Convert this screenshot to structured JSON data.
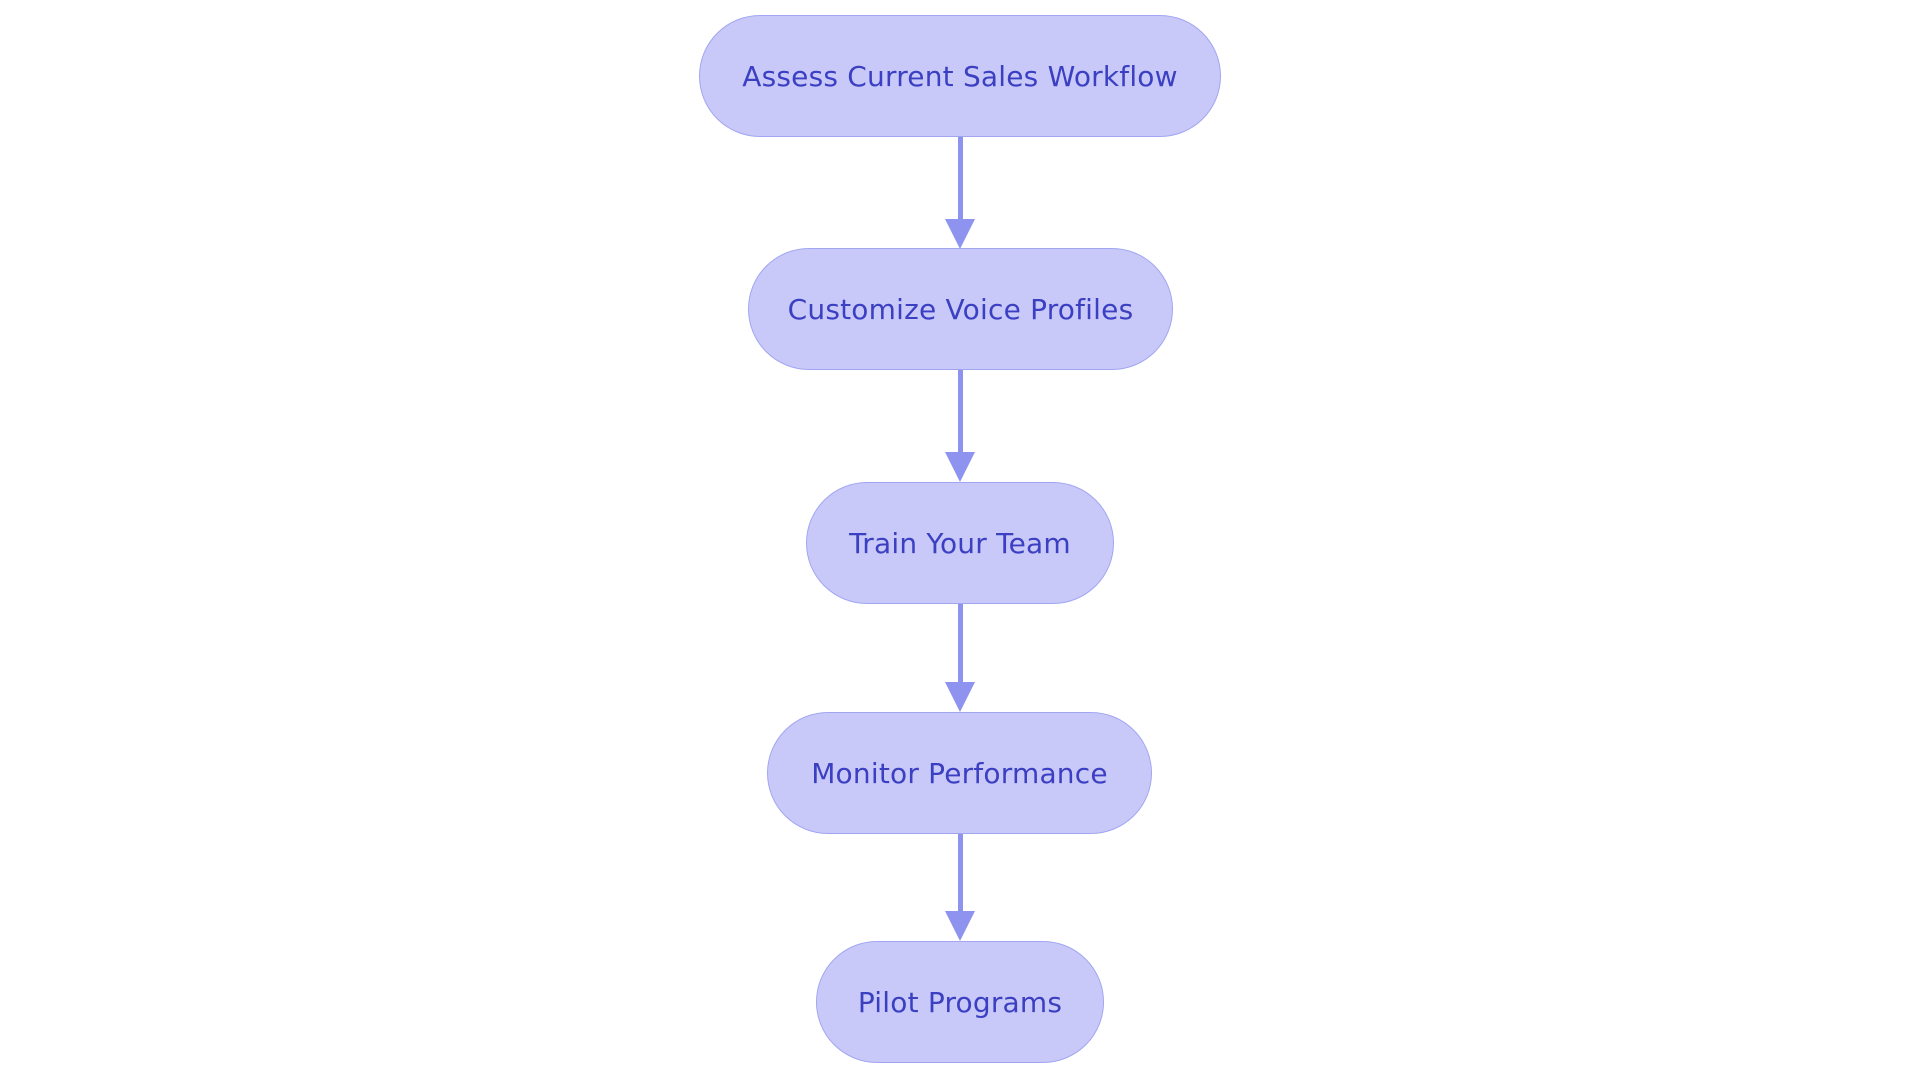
{
  "diagram": {
    "type": "flowchart",
    "direction": "top-down",
    "colors": {
      "canvas_bg": "#ffffff",
      "node_fill": "#c8c9f8",
      "node_border": "#a2a6f2",
      "node_text": "#3b3fc2",
      "arrow": "#8d93ee"
    },
    "nodes": [
      {
        "id": "assess-current-sales-workflow",
        "label": "Assess Current Sales Workflow"
      },
      {
        "id": "customize-voice-profiles",
        "label": "Customize Voice Profiles"
      },
      {
        "id": "train-your-team",
        "label": "Train Your Team"
      },
      {
        "id": "monitor-performance",
        "label": "Monitor Performance"
      },
      {
        "id": "pilot-programs",
        "label": "Pilot Programs"
      }
    ],
    "edges": [
      {
        "from": "Assess Current Sales Workflow",
        "to": "Customize Voice Profiles"
      },
      {
        "from": "Customize Voice Profiles",
        "to": "Train Your Team"
      },
      {
        "from": "Train Your Team",
        "to": "Monitor Performance"
      },
      {
        "from": "Monitor Performance",
        "to": "Pilot Programs"
      }
    ]
  }
}
